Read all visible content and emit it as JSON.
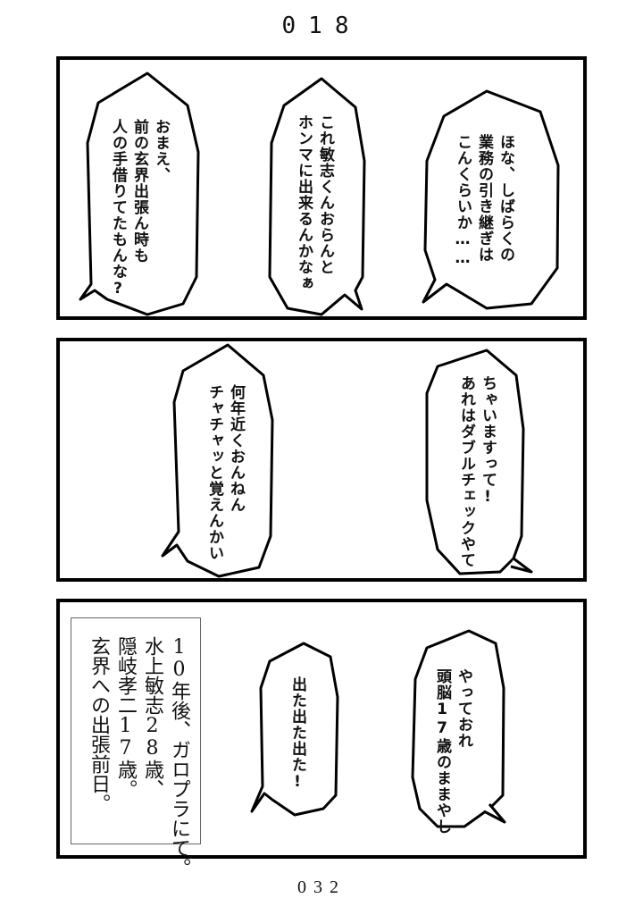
{
  "header": {
    "chapter_number": "018"
  },
  "footer": {
    "page_number": "032"
  },
  "panels": [
    {
      "bubbles": [
        {
          "id": "p1-right",
          "lines": [
            "ほな、しばらくの",
            "業務の引き継ぎは",
            "こんくらいか……"
          ],
          "text": "ほな、しばらくの\n業務の引き継ぎは\nこんくらいか……"
        },
        {
          "id": "p1-center",
          "lines": [
            "これ敏志くんおらんと",
            "ホンマに出来るんかなぁ"
          ],
          "text": "これ敏志くんおらんと\nホンマに出来るんかなぁ"
        },
        {
          "id": "p1-left",
          "lines": [
            "おまえ、",
            "前の玄界出張ん時も",
            "人の手借りてたもんな?"
          ],
          "text": "おまえ、\n前の玄界出張ん時も\n人の手借りてたもんな?"
        }
      ]
    },
    {
      "bubbles": [
        {
          "id": "p2-right",
          "lines": [
            "ちゃいますって!",
            "あれはダブルチェックやて"
          ],
          "text": "ちゃいますって!\nあれはダブルチェックやて"
        },
        {
          "id": "p2-left",
          "lines": [
            "何年近くおんねん",
            "チャチャッと覚えんかい"
          ],
          "text": "何年近くおんねん\nチャチャッと覚えんかい"
        }
      ]
    },
    {
      "bubbles": [
        {
          "id": "p3-right",
          "lines": [
            "やっておれ",
            "頭脳17歳のままやし"
          ],
          "text": "やっておれ\n頭脳17歳のままやし"
        },
        {
          "id": "p3-center",
          "lines": [
            "出た出た出た!"
          ],
          "text": "出た出た出た!"
        }
      ],
      "caption": {
        "lines": [
          "10年後、ガロプラにて。",
          "水上敏志28歳、",
          "隠岐孝二17歳。",
          "玄界への出張前日。"
        ],
        "text": "10年後、ガロプラにて。\n水上敏志28歳、\n隠岐孝二17歳。\n玄界への出張前日。"
      }
    }
  ],
  "colors": {
    "ink": "#000000",
    "paper": "#ffffff",
    "caption_border": "#666666"
  }
}
